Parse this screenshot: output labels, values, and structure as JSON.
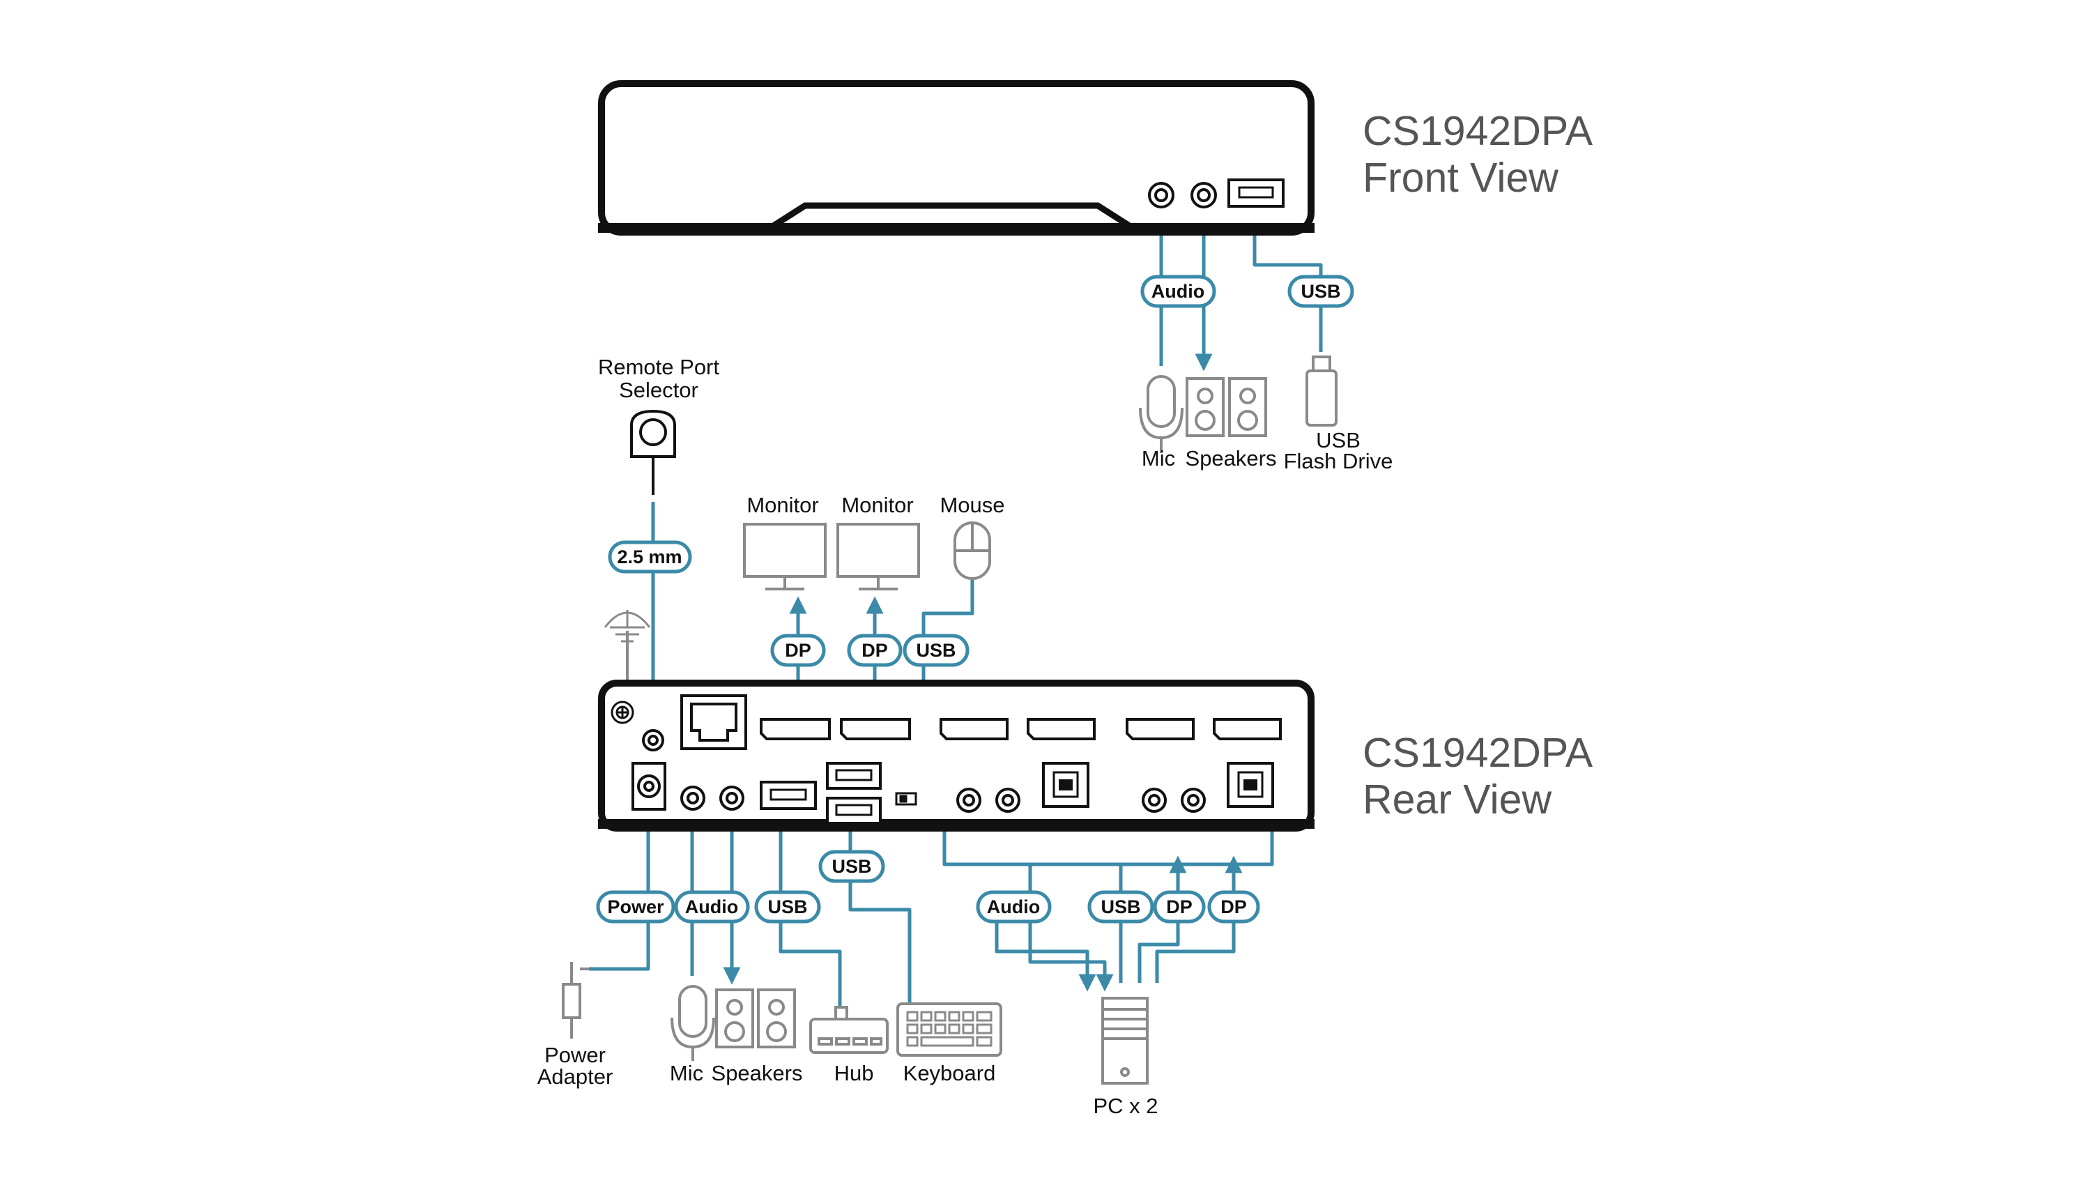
{
  "titles": {
    "front_model": "CS1942DPA",
    "front_view": "Front View",
    "rear_model": "CS1942DPA",
    "rear_view": "Rear View"
  },
  "labels": {
    "remote_port_1": "Remote Port",
    "remote_port_2": "Selector",
    "monitor_1": "Monitor",
    "monitor_2": "Monitor",
    "mouse": "Mouse",
    "front_mic": "Mic",
    "front_speakers": "Speakers",
    "usb_flash_1": "USB",
    "usb_flash_2": "Flash Drive",
    "power_adapter_1": "Power",
    "power_adapter_2": "Adapter",
    "rear_mic": "Mic",
    "rear_speakers": "Speakers",
    "hub": "Hub",
    "keyboard": "Keyboard",
    "pc": "PC x 2"
  },
  "badges": {
    "front_audio": "Audio",
    "front_usb": "USB",
    "remote_cable": "2.5 mm",
    "dp_1": "DP",
    "dp_2": "DP",
    "mouse_usb": "USB",
    "keyboard_usb": "USB",
    "power": "Power",
    "rear_audio": "Audio",
    "hub_usb": "USB",
    "pc_audio": "Audio",
    "pc_usb": "USB",
    "pc_dp_1": "DP",
    "pc_dp_2": "DP"
  },
  "colors": {
    "cable": "#3a8aa8",
    "outline": "#111111",
    "device": "#8a8a8a",
    "title": "#555555"
  },
  "icons": {
    "mic": "microphone-icon",
    "speakers": "speakers-icon",
    "usb_drive": "usb-flash-drive-icon",
    "monitor": "monitor-icon",
    "mouse": "mouse-icon",
    "ground": "ground-icon",
    "remote": "remote-port-selector-icon",
    "power_plug": "power-plug-icon",
    "hub": "usb-hub-icon",
    "keyboard": "keyboard-icon",
    "pc": "pc-tower-icon"
  }
}
